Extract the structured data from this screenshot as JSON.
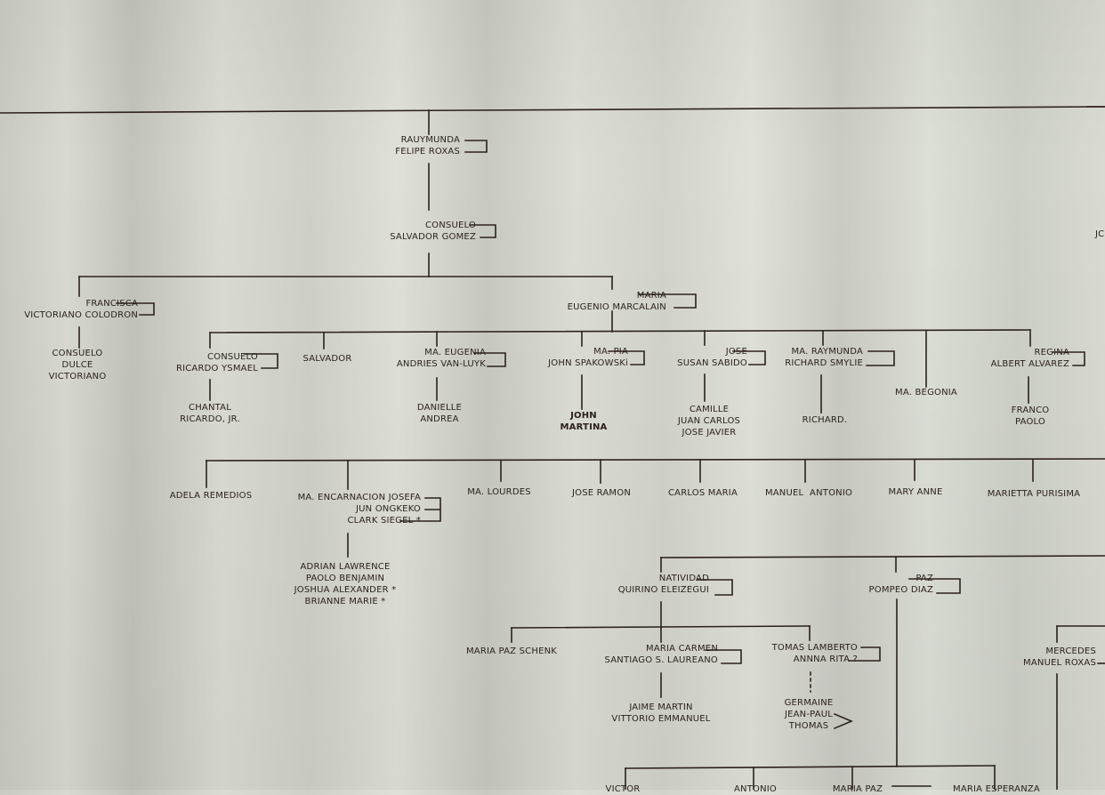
{
  "people": {
    "rauymunda": "RAUYMUNDA\nFELIPE ROXAS",
    "consuelo_top": "CONSUELO\nSALVADOR GOMEZ",
    "francisca": "FRANCISCA\nVICTORIANO COLODRON",
    "consuelo_dulce": "CONSUELO\nDULCE\nVICTORIANO",
    "maria": "MARIA\nEUGENIO MARCALAIN",
    "consuelo_ricardo": "CONSUELO\nRICARDO YSMAEL",
    "salvador": "SALVADOR",
    "ma_eugenia": "MA. EUGENIA\nANDRIES VAN-LUYK",
    "ma_pia": "MA. PIA\nJOHN SPAKOWSKi",
    "jose": "JOSE\nSUSAN SABIDO",
    "ma_raymunda": "MA. RAYMUNDA\nRICHARD SMYLIE",
    "ma_begonia": "MA. BEGONIA",
    "regina": "REGINA\nALBERT ALVAREZ",
    "chantal": "CHANTAL\nRICARDO, JR.",
    "danielle": "DANIELLE\nANDREA",
    "john_martina": "JOHN\nMARTINA",
    "camille": "CAMILLE\nJUAN CARLOS\nJOSE JAVIER",
    "richard": "RICHARD.",
    "franco": "FRANCO\nPAOLO",
    "jc_partial": "JC",
    "adela": "ADELA REMEDIOS",
    "ma_encarnacion": "MA. ENCARNACION JOSEFA\nJUN ONGKEKO\nCLARK SIEGEL *",
    "ma_lourdes": "MA. LOURDES",
    "jose_ramon": "JOSE RAMON",
    "carlos_maria": "CARLOS MARIA",
    "manuel_antonio": "MANUEL  ANTONIO",
    "mary_anne": "MARY ANNE",
    "marietta": "MARIETTA PURISIMA",
    "adrian": "ADRIAN LAWRENCE\nPAOLO BENJAMIN\nJOSHUA ALEXANDER *\nBRIANNE MARIE *",
    "natividad": "NATIVIDAD\nQUIRINO ELEIZEGUI",
    "paz": "PAZ\nPOMPEO DIAZ",
    "maria_paz_schenk": "MARIA PAZ SCHENK",
    "maria_carmen": "MARIA CARMEN\nSANTIAGO S. LAUREANO",
    "tomas": "TOMAS LAMBERTO\nANNNA RITA ?",
    "mercedes": "MERCEDES\nMANUEL ROXAS",
    "jaime": "JAIME MARTIN\nVITTORIO EMMANUEL",
    "germaine": "GERMAINE\nJEAN-PAUL\nTHOMAS",
    "victor_partial": "VICTOR",
    "antonio_partial": "ANTONIO",
    "maria_paz_partial": "MARIA PAZ",
    "maria_esperanza_partial": "MARIA ESPERANZA"
  },
  "colors": {
    "ink": "#2c211d",
    "paper": "#d6d8cf"
  }
}
